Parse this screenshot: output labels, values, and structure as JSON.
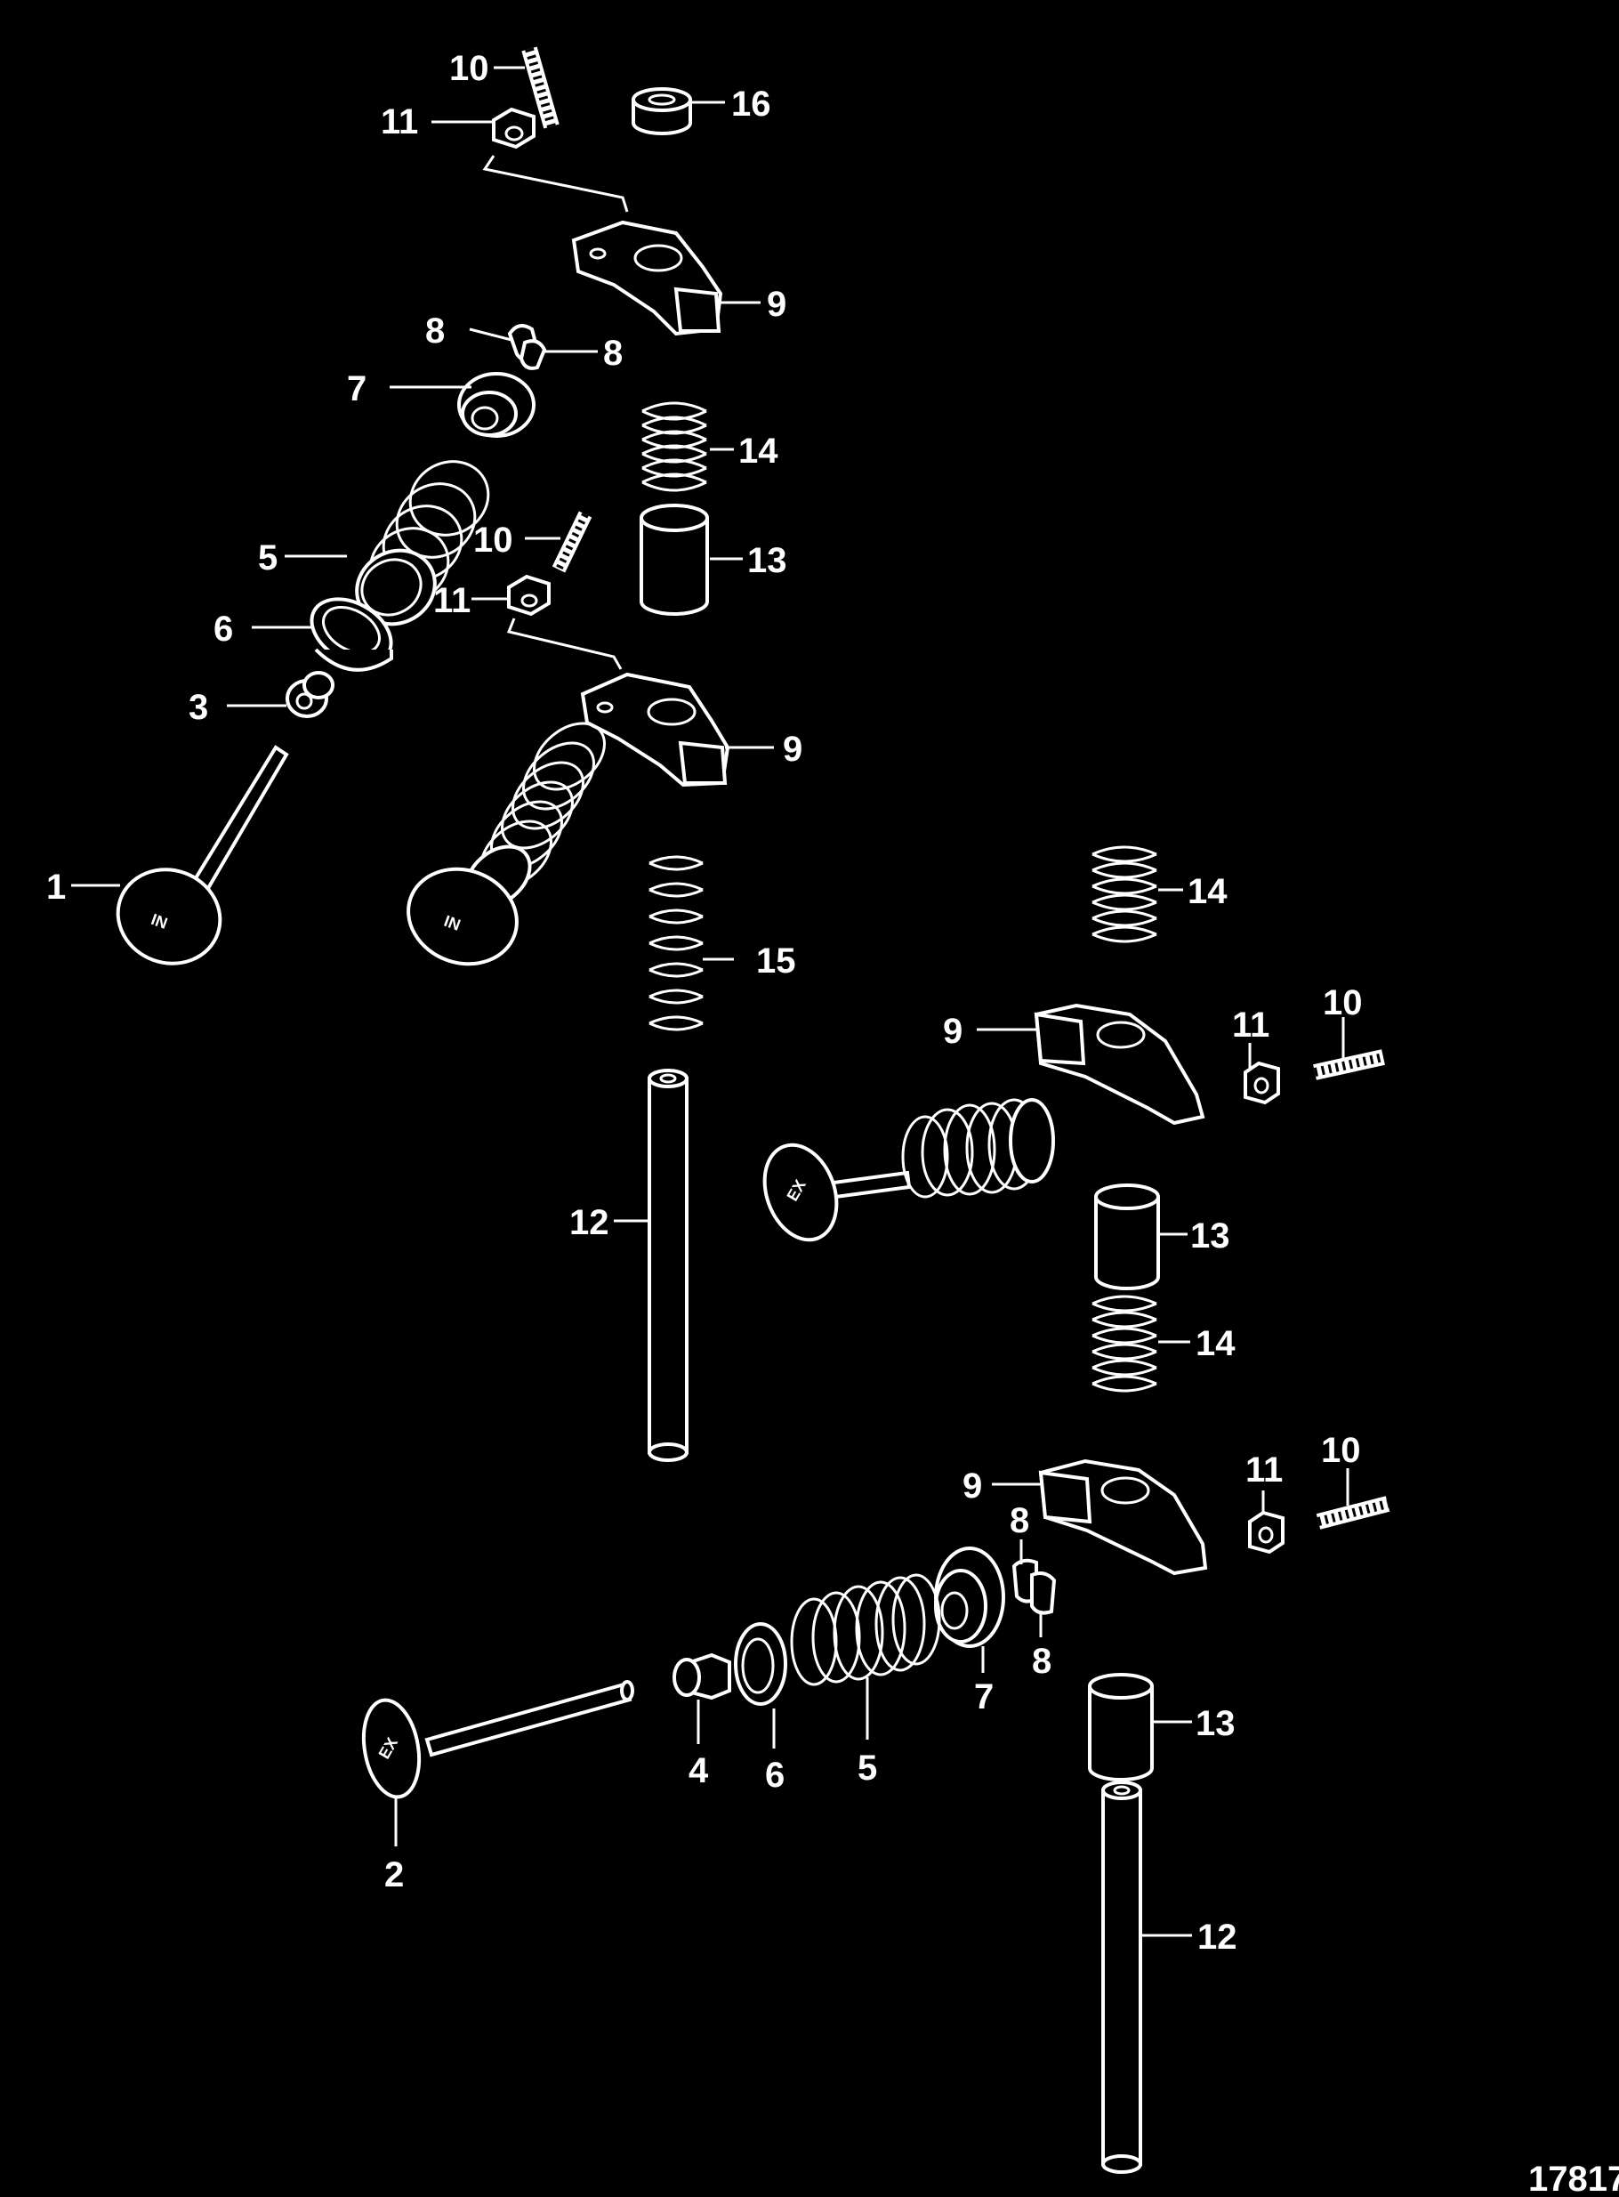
{
  "diagram": {
    "figure_id": "17817",
    "valve_marks": {
      "intake": "IN",
      "exhaust": "EX"
    },
    "callouts": [
      {
        "id": "c1",
        "number": "10"
      },
      {
        "id": "c2",
        "number": "11"
      },
      {
        "id": "c3",
        "number": "16"
      },
      {
        "id": "c4",
        "number": "9"
      },
      {
        "id": "c5",
        "number": "8"
      },
      {
        "id": "c6",
        "number": "8"
      },
      {
        "id": "c7",
        "number": "7"
      },
      {
        "id": "c8",
        "number": "14"
      },
      {
        "id": "c9",
        "number": "5"
      },
      {
        "id": "c10",
        "number": "10"
      },
      {
        "id": "c11",
        "number": "13"
      },
      {
        "id": "c12",
        "number": "11"
      },
      {
        "id": "c13",
        "number": "6"
      },
      {
        "id": "c14",
        "number": "3"
      },
      {
        "id": "c15",
        "number": "9"
      },
      {
        "id": "c16",
        "number": "1"
      },
      {
        "id": "c17",
        "number": "14"
      },
      {
        "id": "c18",
        "number": "15"
      },
      {
        "id": "c19",
        "number": "9"
      },
      {
        "id": "c20",
        "number": "11"
      },
      {
        "id": "c21",
        "number": "10"
      },
      {
        "id": "c22",
        "number": "12"
      },
      {
        "id": "c23",
        "number": "13"
      },
      {
        "id": "c24",
        "number": "14"
      },
      {
        "id": "c25",
        "number": "9"
      },
      {
        "id": "c26",
        "number": "11"
      },
      {
        "id": "c27",
        "number": "10"
      },
      {
        "id": "c28",
        "number": "8"
      },
      {
        "id": "c29",
        "number": "8"
      },
      {
        "id": "c30",
        "number": "7"
      },
      {
        "id": "c31",
        "number": "4"
      },
      {
        "id": "c32",
        "number": "6"
      },
      {
        "id": "c33",
        "number": "5"
      },
      {
        "id": "c34",
        "number": "13"
      },
      {
        "id": "c35",
        "number": "2"
      },
      {
        "id": "c36",
        "number": "12"
      }
    ]
  }
}
